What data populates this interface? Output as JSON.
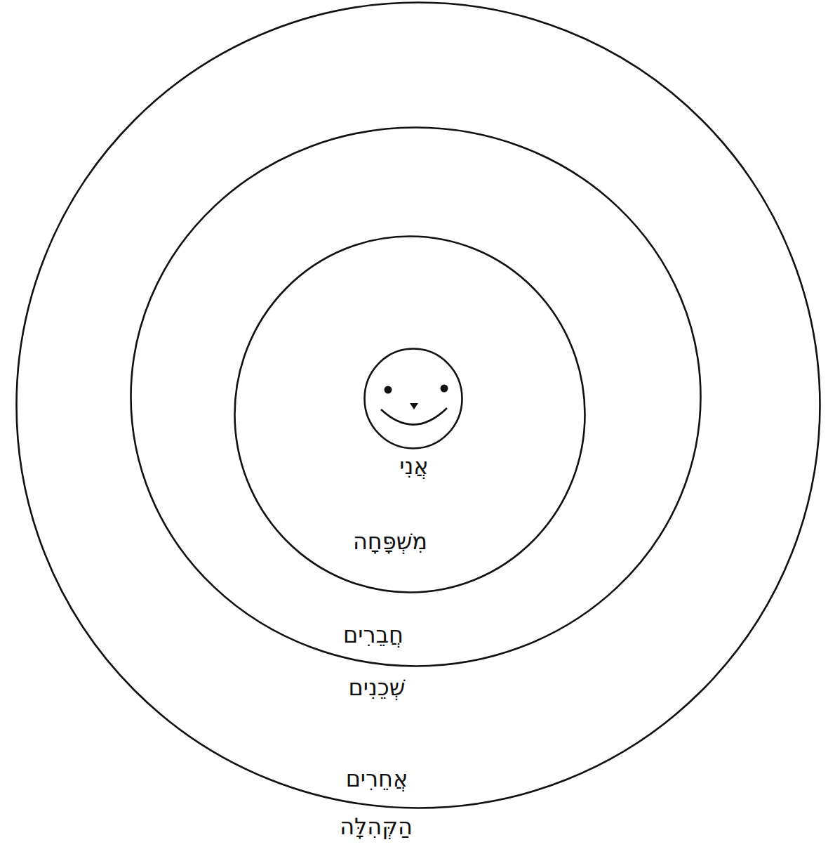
{
  "diagram": {
    "nodes": [
      {
        "text": [
          "אֲחֵרִים",
          "הַקְּהִלָּה"
        ]
      },
      {
        "text": [
          "חֲבֵרִים",
          "שְׁכֵנִים"
        ],
        "in": 0
      },
      {
        "text": [
          "מִשְׁפָּחָה"
        ],
        "in": 1
      },
      {
        "text": [
          "אֲנִי"
        ],
        "in": 2
      }
    ]
  }
}
